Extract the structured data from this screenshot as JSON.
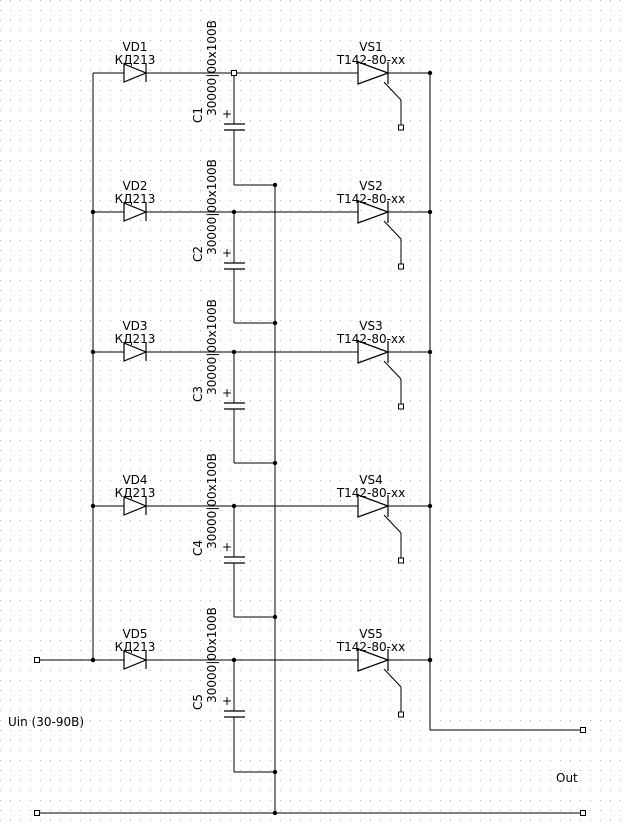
{
  "stages": [
    {
      "diode": "VD1",
      "diode_type": "КД213",
      "cap": "C1",
      "cap_value": "30000|00x100B",
      "thyristor": "VS1",
      "thyristor_type": "T142-80-xx"
    },
    {
      "diode": "VD2",
      "diode_type": "КД213",
      "cap": "C2",
      "cap_value": "30000|00x100B",
      "thyristor": "VS2",
      "thyristor_type": "T142-80-xx"
    },
    {
      "diode": "VD3",
      "diode_type": "КД213",
      "cap": "C3",
      "cap_value": "30000|00x100B",
      "thyristor": "VS3",
      "thyristor_type": "T142-80-xx"
    },
    {
      "diode": "VD4",
      "diode_type": "КД213",
      "cap": "C4",
      "cap_value": "30000|00x100B",
      "thyristor": "VS4",
      "thyristor_type": "T142-80-xx"
    },
    {
      "diode": "VD5",
      "diode_type": "КД213",
      "cap": "C5",
      "cap_value": "30000|00x100B",
      "thyristor": "VS5",
      "thyristor_type": "T142-80-xx"
    }
  ],
  "cap_polarity": "+",
  "input_label": "Uin (30-90B)",
  "output_label": "Out",
  "colors": {
    "background": "#ffffff",
    "grid": "#b0b0b0",
    "line": "#000000"
  }
}
